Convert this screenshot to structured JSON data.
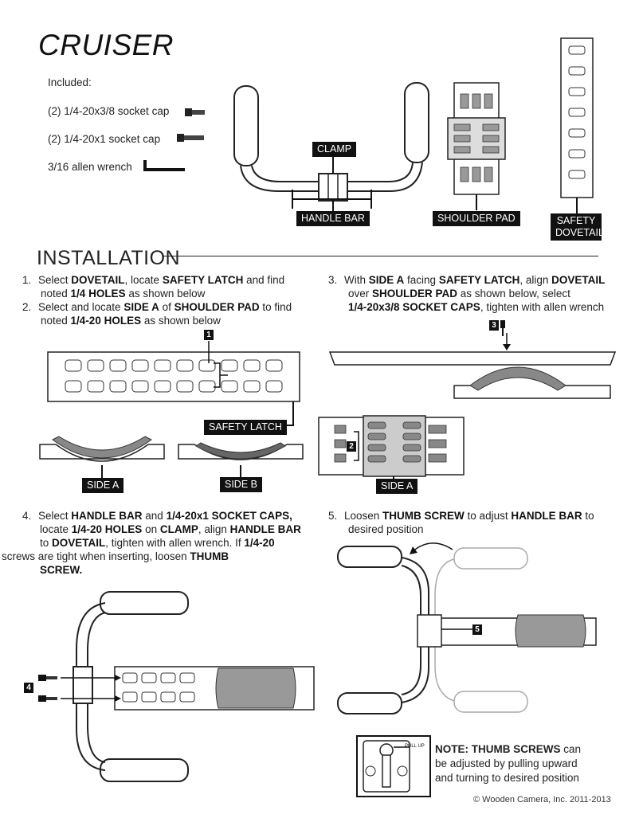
{
  "title": "CRUISER",
  "included": {
    "heading": "Included:",
    "items": [
      "(2) 1/4-20x3/8 socket cap",
      "(2) 1/4-20x1 socket cap",
      "3/16 allen wrench"
    ]
  },
  "parts": {
    "clamp": "CLAMP",
    "handle_bar": "HANDLE BAR",
    "shoulder_pad": "SHOULDER PAD",
    "safety_dovetail_1": "SAFETY",
    "safety_dovetail_2": "DOVETAIL"
  },
  "section_heading": "INSTALLATION",
  "steps": {
    "s1": {
      "n": "1.",
      "a": "Select ",
      "b1": "DOVETAIL",
      "c": ", locate ",
      "b2": "SAFETY LATCH",
      "d": " and find",
      "e": "noted ",
      "b3": "1/4 HOLES",
      "f": " as shown below"
    },
    "s2": {
      "n": "2.",
      "a": "Select and locate ",
      "b1": "SIDE A",
      "c": " of ",
      "b2": "SHOULDER PAD",
      "d": " to find",
      "e": "noted ",
      "b3": "1/4-20 HOLES",
      "f": " as shown below"
    },
    "s3": {
      "n": "3.",
      "a": "With ",
      "b1": "SIDE A",
      "c": " facing ",
      "b2": "SAFETY LATCH",
      "d": ", align ",
      "b3": "DOVETAIL",
      "e": "over ",
      "b4": "SHOULDER PAD",
      "f": " as shown below, select",
      "b5": "1/4-20x3/8 SOCKET CAPS",
      "g": ", tighten with allen wrench"
    },
    "s4": {
      "n": "4.",
      "a": "Select ",
      "b1": "HANDLE BAR",
      "c": " and ",
      "b2": "1/4-20x1 SOCKET CAPS,",
      "d": "locate ",
      "b3": "1/4-20 HOLES",
      "e": " on ",
      "b4": "CLAMP",
      "f": ", align ",
      "b5": "HANDLE BAR",
      "g": "to ",
      "b6": "DOVETAIL",
      "h": ", tighten with allen wrench. If ",
      "b7": "1/4-20",
      "i": "screws are tight when inserting, loosen ",
      "b8": "THUMB",
      "b9": "SCREW."
    },
    "s5": {
      "n": "5.",
      "a": "Loosen ",
      "b1": "THUMB SCREW",
      "c": " to adjust ",
      "b2": "HANDLE BAR",
      "d": " to",
      "e": "desired position"
    }
  },
  "labels": {
    "safety_latch": "SAFETY LATCH",
    "side_a": "SIDE A",
    "side_b": "SIDE B",
    "side_a_2": "SIDE A",
    "badge_1": "1",
    "badge_2": "2",
    "badge_3": "3",
    "badge_4": "4",
    "badge_5": "5",
    "pull_up": "PULL UP"
  },
  "note": {
    "b": "NOTE: THUMB SCREWS",
    "a": " can",
    "line2": "be adjusted by pulling upward",
    "line3": "and turning to desired position"
  },
  "copyright": "© Wooden Camera, Inc. 2011-2013"
}
